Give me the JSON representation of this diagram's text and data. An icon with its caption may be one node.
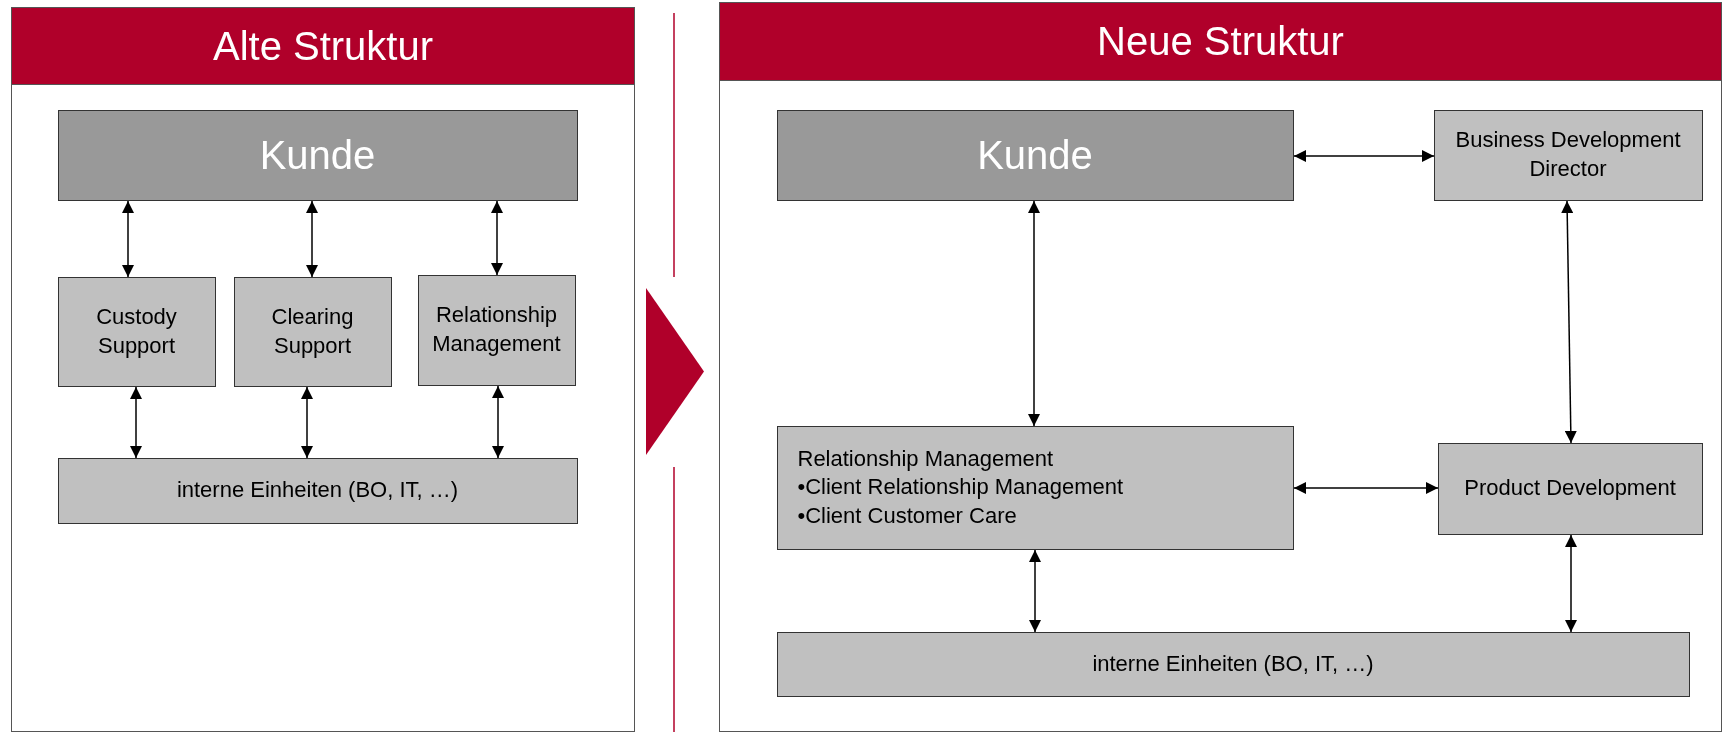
{
  "diagram": {
    "nodes": [
      {
        "text": [
          "Alte Struktur"
        ]
      },
      {
        "text": [
          "Kunde"
        ],
        "in": 0
      },
      {
        "text": [
          "Custody Support"
        ],
        "in": 0
      },
      {
        "text": [
          "Clearing Support"
        ],
        "in": 0
      },
      {
        "text": [
          "Relationship Management"
        ],
        "in": 0
      },
      {
        "text": [
          "interne Einheiten (BO, IT, …)"
        ],
        "in": 0
      },
      {
        "text": [
          "Neue Struktur"
        ]
      },
      {
        "text": [
          "Kunde"
        ],
        "in": 6
      },
      {
        "text": [
          "Business Development Director"
        ],
        "in": 6
      },
      {
        "text": [
          "Relationship Management",
          "•Client Relationship Management",
          "•Client Customer Care"
        ],
        "in": 6
      },
      {
        "text": [
          "Product Development"
        ],
        "in": 6
      },
      {
        "text": [
          "interne Einheiten (BO, IT, …)"
        ],
        "in": 6
      }
    ],
    "edges": [
      {
        "from": 0,
        "to": 6,
        "arrow": "to"
      },
      {
        "from": 1,
        "to": 2,
        "arrow": "both"
      },
      {
        "from": 1,
        "to": 3,
        "arrow": "both"
      },
      {
        "from": 1,
        "to": 4,
        "arrow": "both"
      },
      {
        "from": 2,
        "to": 5,
        "arrow": "both"
      },
      {
        "from": 3,
        "to": 5,
        "arrow": "both"
      },
      {
        "from": 4,
        "to": 5,
        "arrow": "both"
      },
      {
        "from": 7,
        "to": 8,
        "arrow": "both"
      },
      {
        "from": 7,
        "to": 9,
        "arrow": "both"
      },
      {
        "from": 8,
        "to": 10,
        "arrow": "both"
      },
      {
        "from": 9,
        "to": 10,
        "arrow": "both"
      },
      {
        "from": 9,
        "to": 11,
        "arrow": "both"
      },
      {
        "from": 10,
        "to": 11,
        "arrow": "both"
      }
    ]
  }
}
